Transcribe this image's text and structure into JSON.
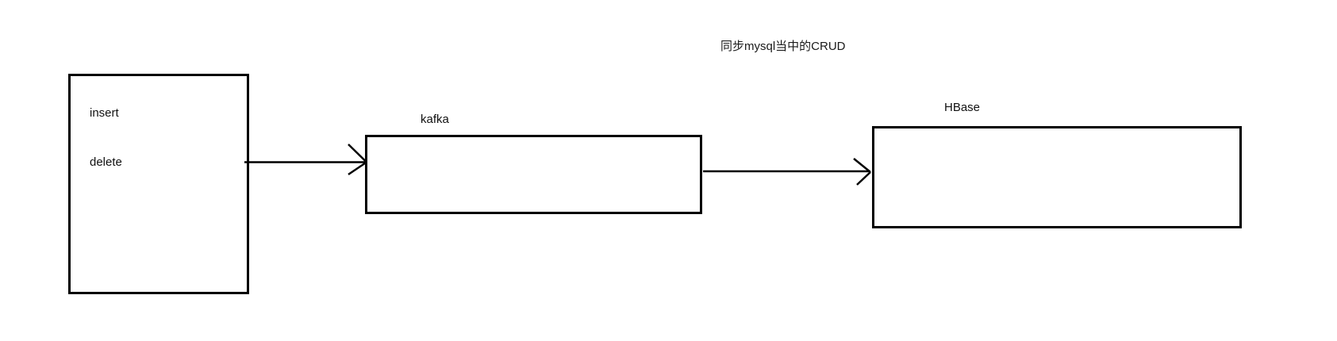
{
  "canvas": {
    "background": "#ffffff",
    "stroke_color": "#000000"
  },
  "title": {
    "text": "同步mysql当中的CRUD"
  },
  "nodes": {
    "source": {
      "labels": [
        "insert",
        "delete"
      ]
    },
    "kafka": {
      "label": "kafka"
    },
    "hbase": {
      "label": "HBase"
    }
  },
  "edges": [
    {
      "from": "source",
      "to": "kafka"
    },
    {
      "from": "kafka",
      "to": "hbase"
    }
  ]
}
